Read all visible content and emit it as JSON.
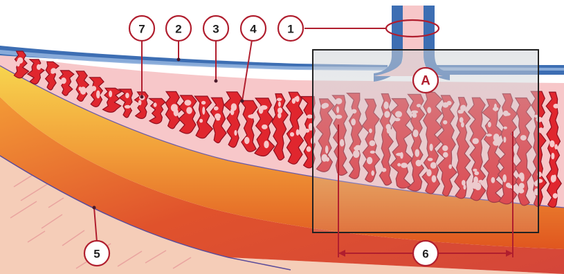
{
  "labels": {
    "l1": "1",
    "l2": "2",
    "l3": "3",
    "l4": "4",
    "l5": "5",
    "l6": "6",
    "l7": "7",
    "la": "A"
  },
  "colors": {
    "background": "#ffffff",
    "duct_wall": "#3d6eb3",
    "duct_inner": "#8fb0dd",
    "lumen": "#f6c6c8",
    "villi": "#e0262e",
    "villi_edge": "#8f1020",
    "stroma_light": "#f6d050",
    "stroma_dark": "#e0481e",
    "deep_tissue": "#f4c6b0",
    "label_ring": "#b01e2e",
    "zoom_box": "#222222"
  }
}
